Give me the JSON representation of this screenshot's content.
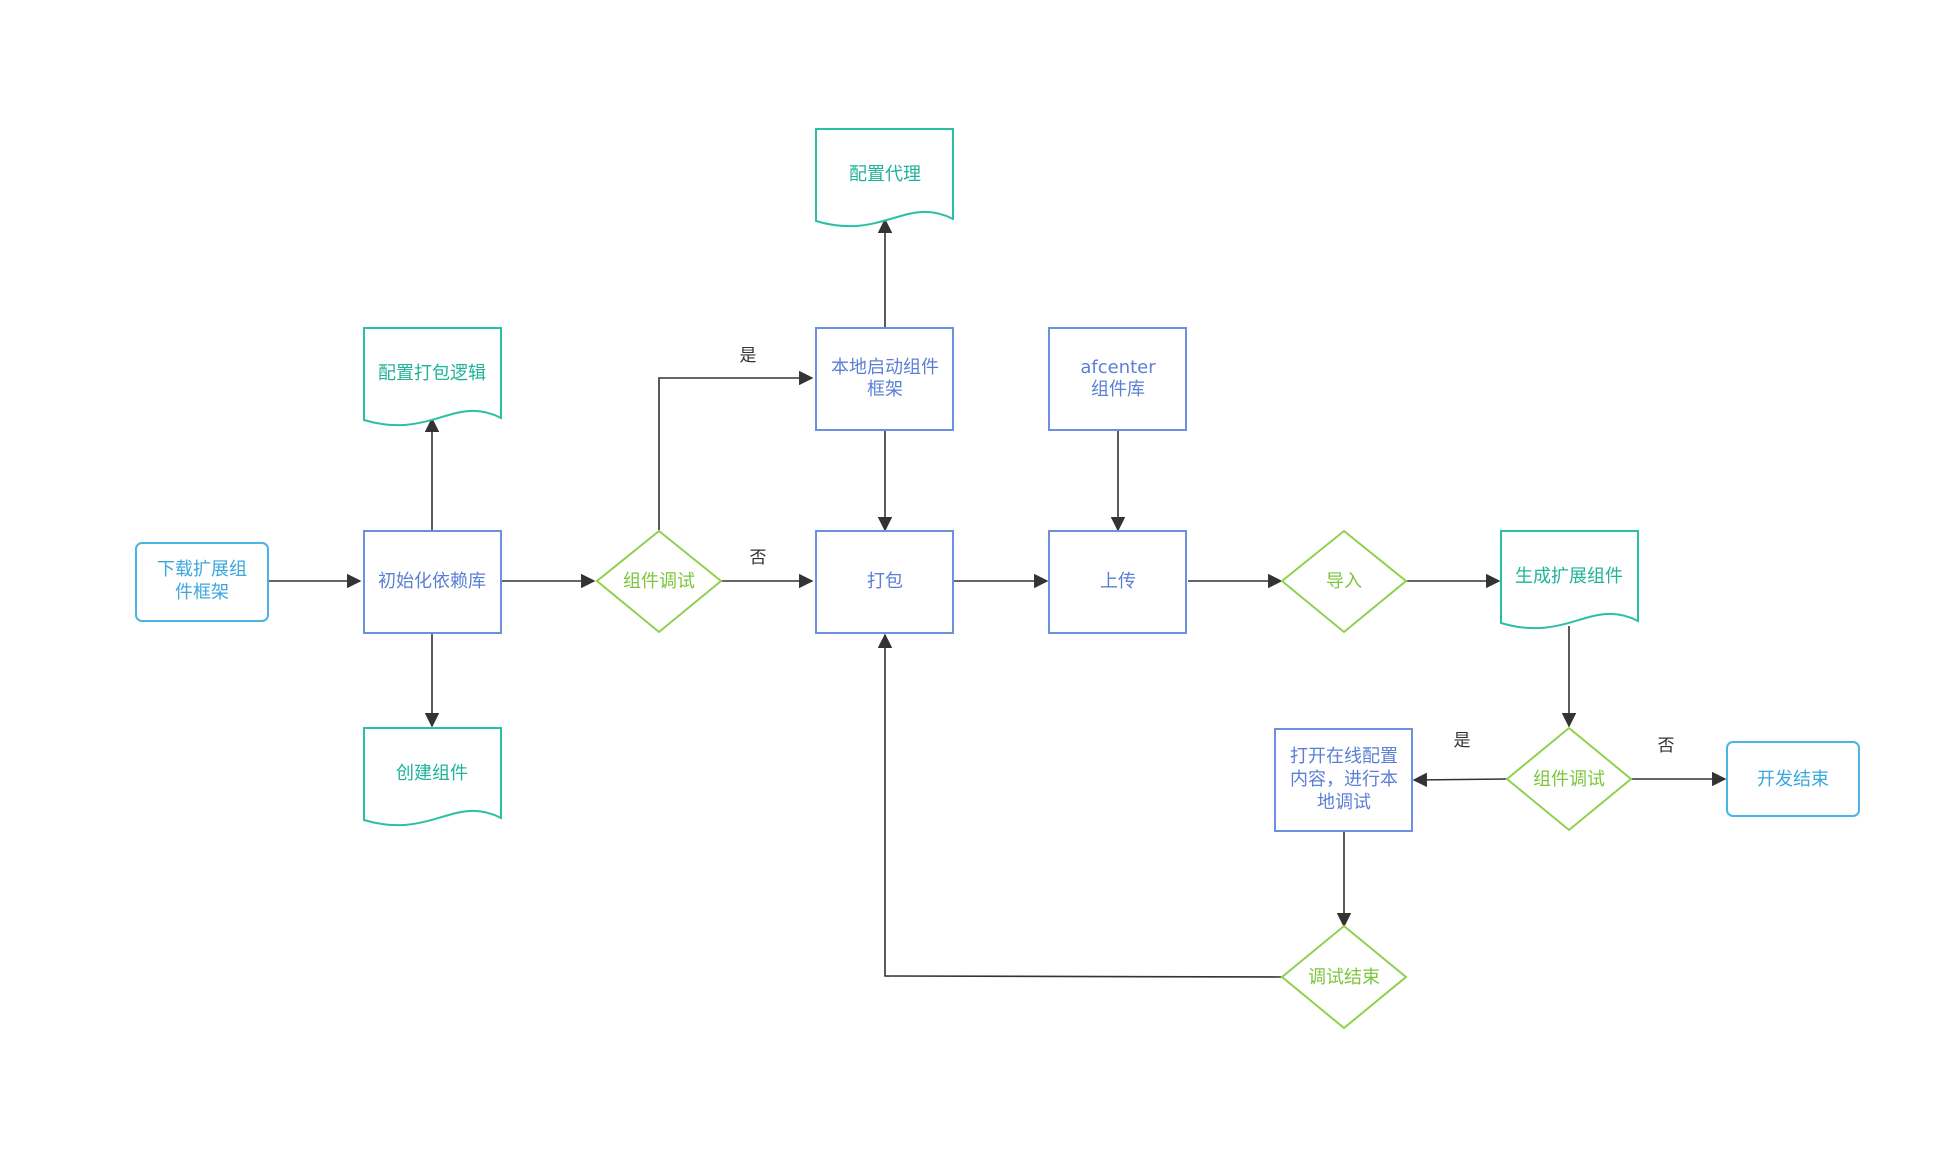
{
  "colors": {
    "process": "#6d8fe0",
    "process_text": "#5b7fd6",
    "document": "#2bbfa5",
    "document_text": "#1fb39a",
    "decision": "#8fd14f",
    "decision_text": "#7cc63e",
    "terminal": "#4bb4e6",
    "terminal_text": "#3aa7de",
    "edge": "#333333"
  },
  "nodes": {
    "download": "下载扩展组件框架",
    "init_deps": "初始化依赖库",
    "config_pack": "配置打包逻辑",
    "create_comp": "创建组件",
    "debug1": "组件调试",
    "local_start_1": "本地启动组件",
    "local_start_2": "框架",
    "config_proxy": "配置代理",
    "pack": "打包",
    "afcenter_1": "afcenter",
    "afcenter_2": "组件库",
    "upload": "上传",
    "import": "导入",
    "generate": "生成扩展组件",
    "debug2": "组件调试",
    "open_online_1": "打开在线配置",
    "open_online_2": "内容，进行本",
    "open_online_3": "地调试",
    "debug_end": "调试结束",
    "dev_end": "开发结束"
  },
  "edge_labels": {
    "yes1": "是",
    "no1": "否",
    "yes2": "是",
    "no2": "否"
  }
}
